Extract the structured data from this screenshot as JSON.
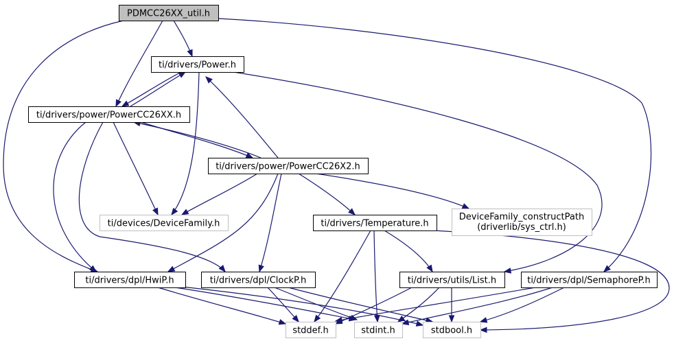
{
  "colors": {
    "edge": "#191970",
    "root_fill": "#bfbfbf",
    "node_border": "#000000",
    "external_border": "#bfbfbf",
    "node_fill": "#ffffff"
  },
  "nodes": {
    "pdmcc26xx_util": {
      "label": "PDMCC26XX_util.h",
      "kind": "root"
    },
    "power": {
      "label": "ti/drivers/Power.h",
      "kind": "normal"
    },
    "powercc26xx": {
      "label": "ti/drivers/power/PowerCC26XX.h",
      "kind": "normal"
    },
    "powercc26x2": {
      "label": "ti/drivers/power/PowerCC26X2.h",
      "kind": "normal"
    },
    "devicefamily": {
      "label": "ti/devices/DeviceFamily.h",
      "kind": "external"
    },
    "devicefamily_construct": {
      "label": "DeviceFamily_constructPath",
      "label2": "(driverlib/sys_ctrl.h)",
      "kind": "external"
    },
    "temperature": {
      "label": "ti/drivers/Temperature.h",
      "kind": "normal"
    },
    "hwip": {
      "label": "ti/drivers/dpl/HwiP.h",
      "kind": "normal"
    },
    "clockp": {
      "label": "ti/drivers/dpl/ClockP.h",
      "kind": "normal"
    },
    "list": {
      "label": "ti/drivers/utils/List.h",
      "kind": "normal"
    },
    "semaphorep": {
      "label": "ti/drivers/dpl/SemaphoreP.h",
      "kind": "normal"
    },
    "stddef": {
      "label": "stddef.h",
      "kind": "external"
    },
    "stdint": {
      "label": "stdint.h",
      "kind": "external"
    },
    "stdbool": {
      "label": "stdbool.h",
      "kind": "external"
    }
  },
  "edges": [
    {
      "from": "pdmcc26xx_util",
      "to": "power"
    },
    {
      "from": "pdmcc26xx_util",
      "to": "powercc26xx"
    },
    {
      "from": "pdmcc26xx_util",
      "to": "hwip"
    },
    {
      "from": "pdmcc26xx_util",
      "to": "semaphorep"
    },
    {
      "from": "power",
      "to": "powercc26xx"
    },
    {
      "from": "power",
      "to": "devicefamily"
    },
    {
      "from": "power",
      "to": "list"
    },
    {
      "from": "powercc26xx",
      "to": "power"
    },
    {
      "from": "powercc26xx",
      "to": "powercc26x2"
    },
    {
      "from": "powercc26xx",
      "to": "devicefamily"
    },
    {
      "from": "powercc26xx",
      "to": "hwip"
    },
    {
      "from": "powercc26xx",
      "to": "clockp"
    },
    {
      "from": "powercc26x2",
      "to": "power"
    },
    {
      "from": "powercc26x2",
      "to": "powercc26xx"
    },
    {
      "from": "powercc26x2",
      "to": "devicefamily"
    },
    {
      "from": "powercc26x2",
      "to": "devicefamily_construct"
    },
    {
      "from": "powercc26x2",
      "to": "temperature"
    },
    {
      "from": "powercc26x2",
      "to": "hwip"
    },
    {
      "from": "powercc26x2",
      "to": "clockp"
    },
    {
      "from": "temperature",
      "to": "list"
    },
    {
      "from": "temperature",
      "to": "stddef"
    },
    {
      "from": "temperature",
      "to": "stdint"
    },
    {
      "from": "temperature",
      "to": "stdbool"
    },
    {
      "from": "hwip",
      "to": "stddef"
    },
    {
      "from": "hwip",
      "to": "stdint"
    },
    {
      "from": "hwip",
      "to": "stdbool"
    },
    {
      "from": "clockp",
      "to": "stddef"
    },
    {
      "from": "clockp",
      "to": "stdint"
    },
    {
      "from": "clockp",
      "to": "stdbool"
    },
    {
      "from": "list",
      "to": "stddef"
    },
    {
      "from": "list",
      "to": "stdint"
    },
    {
      "from": "list",
      "to": "stdbool"
    },
    {
      "from": "semaphorep",
      "to": "stddef"
    },
    {
      "from": "semaphorep",
      "to": "stdint"
    },
    {
      "from": "semaphorep",
      "to": "stdbool"
    }
  ]
}
